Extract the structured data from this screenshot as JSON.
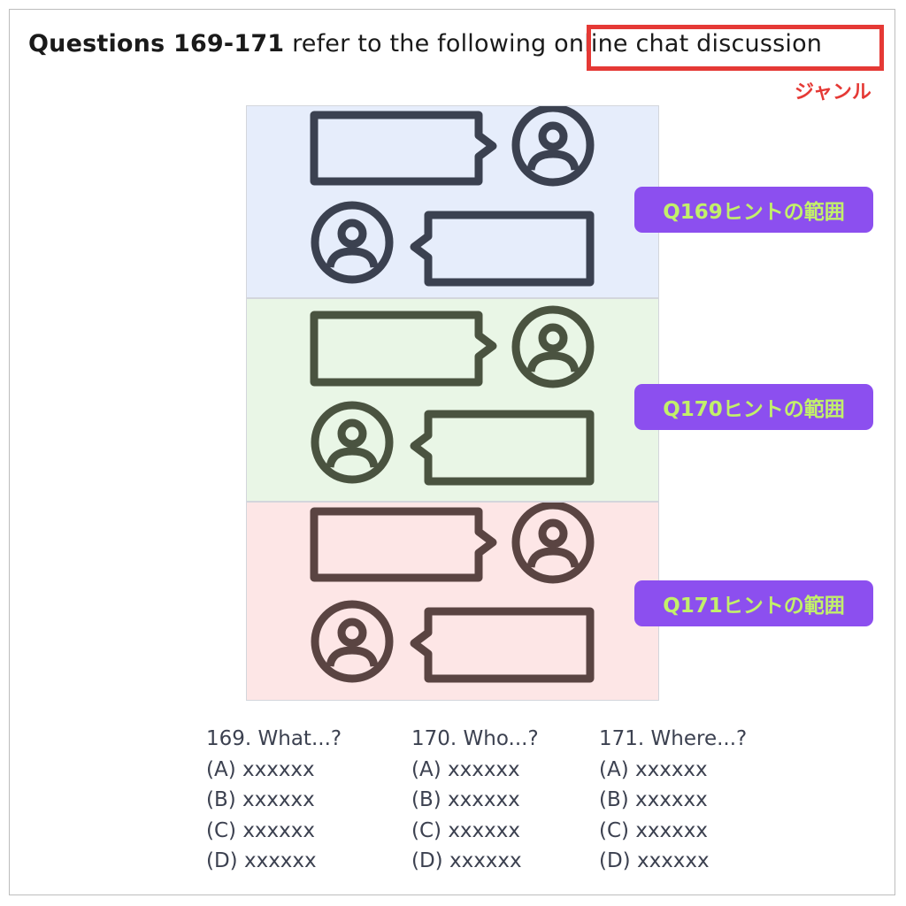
{
  "header": {
    "bold_text": "Questions 169-171",
    "rest_text": " refer to the following ",
    "genre_text": "online chat discussion",
    "genre_label": "ジャンル"
  },
  "hints": [
    {
      "label": "Q169ヒントの範囲"
    },
    {
      "label": "Q170ヒントの範囲"
    },
    {
      "label": "Q171ヒントの範囲"
    }
  ],
  "colors": {
    "panel1_bg": "#e6edfb",
    "panel1_icon": "#3b4150",
    "panel2_bg": "#e9f6e6",
    "panel2_icon": "#4a5340",
    "panel3_bg": "#fde6e6",
    "panel3_icon": "#5a4442",
    "hint_bg": "#8c4fef",
    "hint_text": "#c2f06a",
    "accent_red": "#e53935"
  },
  "questions": [
    {
      "title": "169. What...?",
      "options": [
        "(A) xxxxxx",
        "(B) xxxxxx",
        "(C) xxxxxx",
        "(D) xxxxxx"
      ]
    },
    {
      "title": "170. Who...?",
      "options": [
        "(A) xxxxxx",
        "(B) xxxxxx",
        "(C) xxxxxx",
        "(D) xxxxxx"
      ]
    },
    {
      "title": "171. Where...?",
      "options": [
        "(A) xxxxxx",
        "(B) xxxxxx",
        "(C) xxxxxx",
        "(D) xxxxxx"
      ]
    }
  ]
}
